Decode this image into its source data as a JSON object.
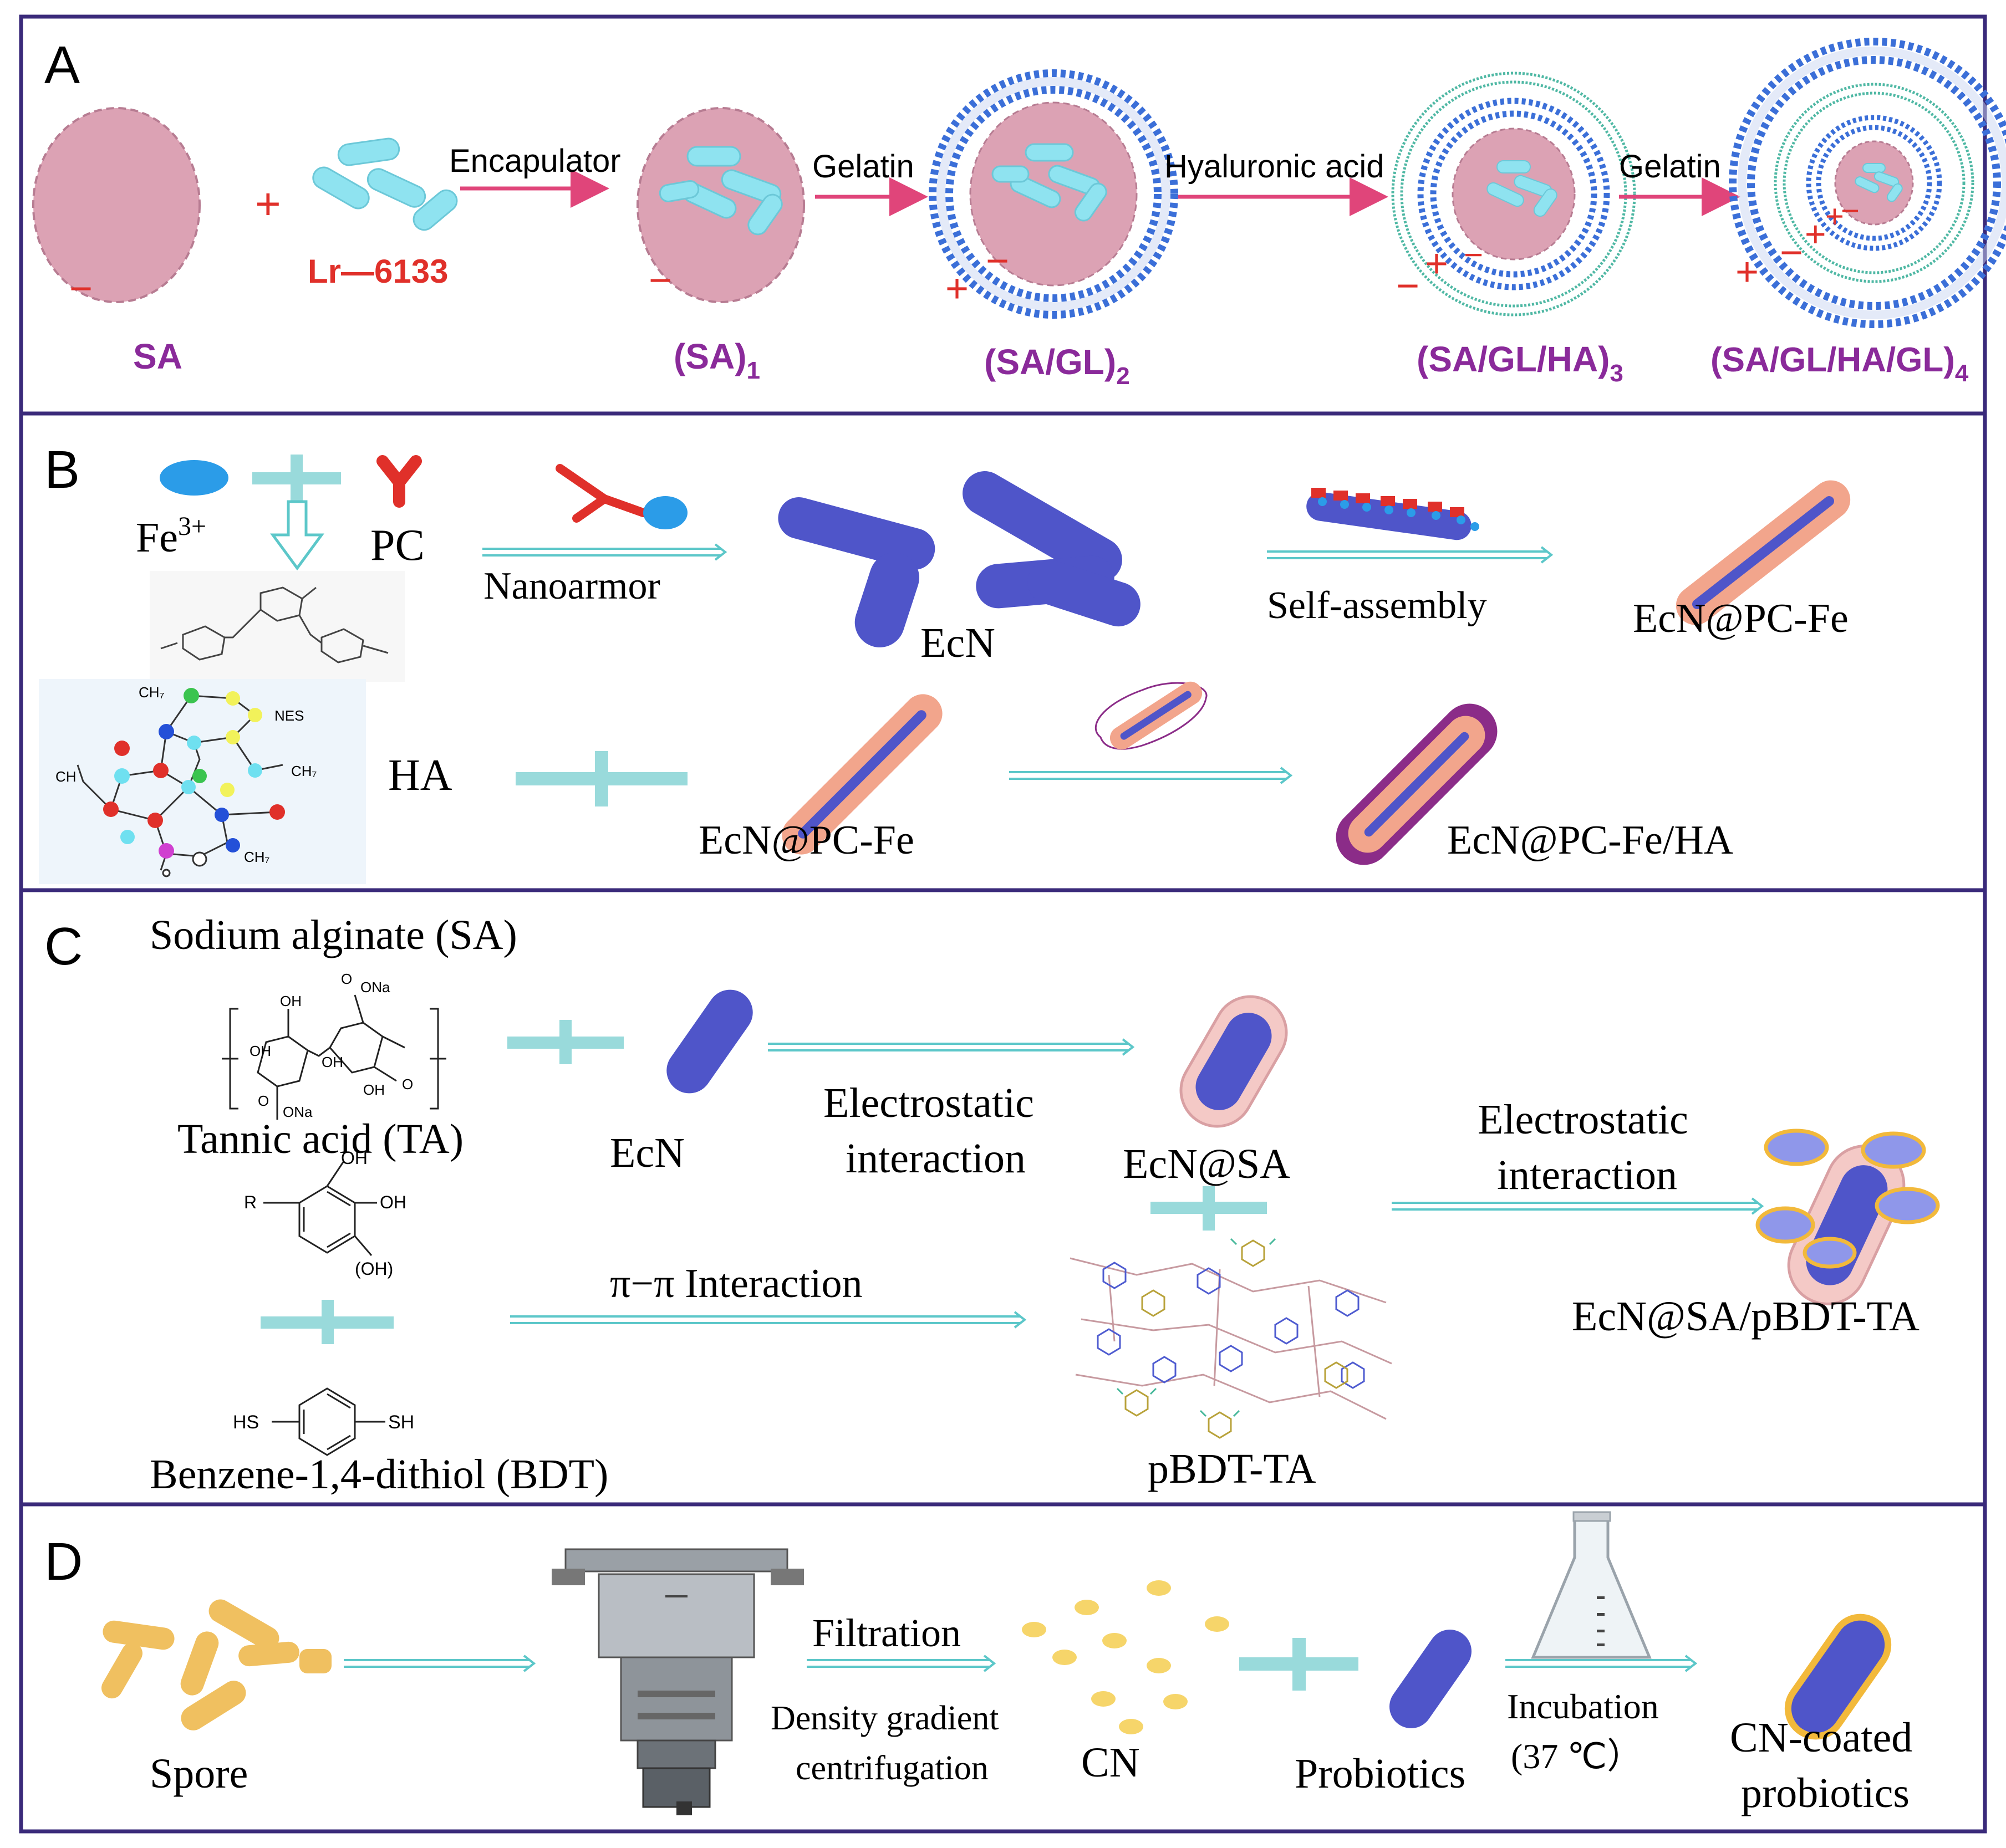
{
  "panels": {
    "A": {
      "letter": "A",
      "encapsulator_label": "Encapulator",
      "gelatin_label_1": "Gelatin",
      "hyaluronic_acid_label": "Hyaluronic acid",
      "gelatin_label_2": "Gelatin",
      "probiotic_label": "Lr—6133",
      "labels": {
        "sa": "SA",
        "sa1": "(SA)",
        "sa1_sub": "1",
        "sagl2": "(SA/GL)",
        "sagl2_sub": "2",
        "saglha3": "(SA/GL/HA)",
        "saglha3_sub": "3",
        "saglhagl4": "(SA/GL/HA/GL)",
        "saglhagl4_sub": "4"
      },
      "plus": "+",
      "minus": "−"
    },
    "B": {
      "letter": "B",
      "fe_label": "Fe",
      "fe_sup": "3+",
      "pc_label": "PC",
      "nanoarmor_label": "Nanoarmor",
      "ecn_label": "EcN",
      "self_assembly_label": "Self-assembly",
      "ecn_pc_fe_label": "EcN@PC-Fe",
      "ha_label": "HA",
      "ecn_pc_fe_label_2": "EcN@PC-Fe",
      "ecn_pc_fe_ha_label": "EcN@PC-Fe/HA",
      "mol_labels": {
        "ch3_top": "CH₇",
        "nes": "NES",
        "ch_left": "CH",
        "ch2_right": "CH₇",
        "ch3_bottom": "CH₇"
      }
    },
    "C": {
      "letter": "C",
      "sa_title": "Sodium alginate (SA)",
      "ta_label": "Tannic acid (TA)",
      "ecn_label": "EcN",
      "electrostatic_1_line1": "Electrostatic",
      "electrostatic_1_line2": "interaction",
      "ecn_sa_label": "EcN@SA",
      "electrostatic_2_line1": "Electrostatic",
      "electrostatic_2_line2": "interaction",
      "pi_label": "π−π Interaction",
      "bdt_label": "Benzene-1,4-dithiol (BDT)",
      "pbdt_label": "pBDT-TA",
      "final_label": "EcN@SA/pBDT-TA",
      "chem": {
        "oh": "OH",
        "ona": "ONa",
        "o": "O",
        "r": "R",
        "oh_paren": "(OH)",
        "sh": "SH",
        "hs": "HS"
      }
    },
    "D": {
      "letter": "D",
      "spore_label": "Spore",
      "filtration_label": "Filtration",
      "density_line1": "Density gradient",
      "density_line2": "centrifugation",
      "cn_label": "CN",
      "probiotics_label": "Probiotics",
      "incubation_line1": "Incubation",
      "incubation_line2": "(37 ℃）",
      "coated_line1": "CN-coated",
      "coated_line2": "probiotics"
    }
  },
  "colors": {
    "frame": "#3a2a7a",
    "arrow_pink": "#e0457a",
    "arrow_teal": "#5cc7c9",
    "sa_pink": "#dca2b4",
    "bacteria_cyan": "#8fe3f0",
    "bead_blue": "#3b6fd8",
    "shell_green": "#4fb8a4",
    "label_purple": "#8a2a9a",
    "red": "#e0302a",
    "rod_blue": "#4f55c9",
    "rod_salmon": "#f2a58c",
    "rod_purple": "#8b2c88",
    "spore_orange": "#f0c060"
  }
}
